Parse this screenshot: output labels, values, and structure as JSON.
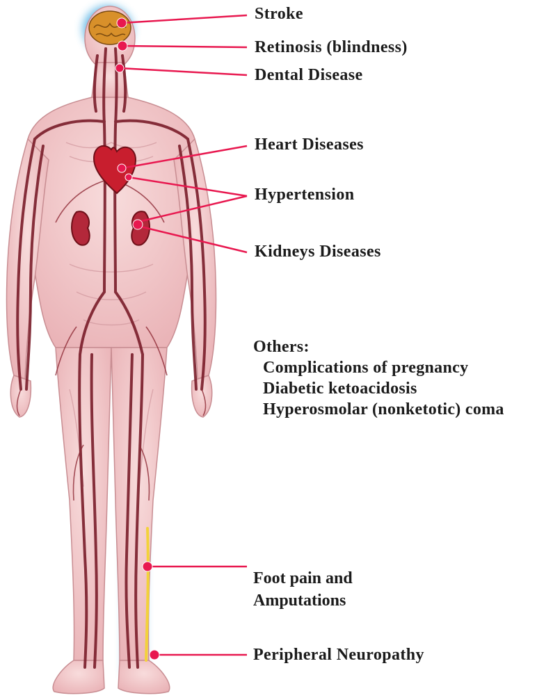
{
  "labels": {
    "stroke": "Stroke",
    "retinosis": "Retinosis (blindness)",
    "dental": "Dental Disease",
    "heart": "Heart Diseases",
    "hypertension": "Hypertension",
    "kidneys": "Kidneys Diseases",
    "foot_line1": "Foot pain and",
    "foot_line2": "Amputations",
    "neuropathy": "Peripheral Neuropathy"
  },
  "others": {
    "heading": "Others:",
    "items": [
      "Complications of pregnancy",
      "Diabetic ketoacidosis",
      "Hyperosmolar (nonketotic) coma"
    ]
  },
  "colors": {
    "leader": "#e8184f",
    "skin": "#f1c7c9",
    "vessel": "#7a1d2a",
    "glow": "#3aa6e0",
    "nerve": "#f3d23a",
    "brain": "#d8902a"
  }
}
